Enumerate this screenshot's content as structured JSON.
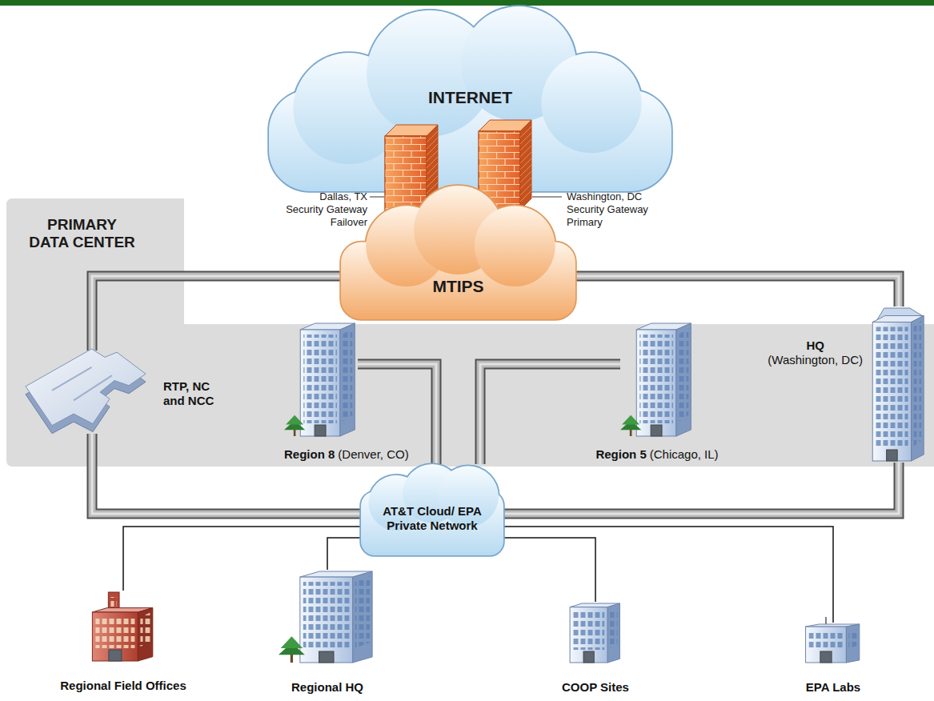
{
  "diagram": {
    "nodes": [
      {
        "text": [
          "INTERNET"
        ]
      },
      {
        "text": [
          "Dallas, TX Security Gateway Failover"
        ]
      },
      {
        "text": [
          "Washington, DC Security Gateway Primary"
        ]
      },
      {
        "text": [
          "MTIPS"
        ]
      },
      {
        "text": [
          "PRIMARY DATA CENTER"
        ]
      },
      {
        "text": [
          "RTP, NC and NCC"
        ],
        "in": 4
      },
      {
        "text": [
          "Region 8",
          "(Denver, CO)"
        ],
        "in": 4
      },
      {
        "text": [
          "Region 5",
          "(Chicago, IL)"
        ],
        "in": 4
      },
      {
        "text": [
          "HQ",
          "(Washington, DC)"
        ],
        "in": 4
      },
      {
        "text": [
          "AT&T Cloud/ EPA Private Network"
        ]
      },
      {
        "text": [
          "Regional Field Offices"
        ]
      },
      {
        "text": [
          "Regional HQ"
        ]
      },
      {
        "text": [
          "COOP Sites"
        ]
      },
      {
        "text": [
          "EPA Labs"
        ]
      }
    ],
    "edges": [
      {
        "from": 3,
        "to": 5,
        "arrow": "none"
      },
      {
        "from": 5,
        "to": 9,
        "arrow": "none"
      },
      {
        "from": 3,
        "to": 8,
        "arrow": "none"
      },
      {
        "from": 8,
        "to": 9,
        "arrow": "none"
      },
      {
        "from": 6,
        "to": 9,
        "arrow": "none"
      },
      {
        "from": 7,
        "to": 9,
        "arrow": "none"
      },
      {
        "from": 9,
        "to": 10,
        "arrow": "none"
      },
      {
        "from": 9,
        "to": 11,
        "arrow": "none"
      },
      {
        "from": 9,
        "to": 12,
        "arrow": "none"
      },
      {
        "from": 9,
        "to": 13,
        "arrow": "none"
      }
    ]
  }
}
